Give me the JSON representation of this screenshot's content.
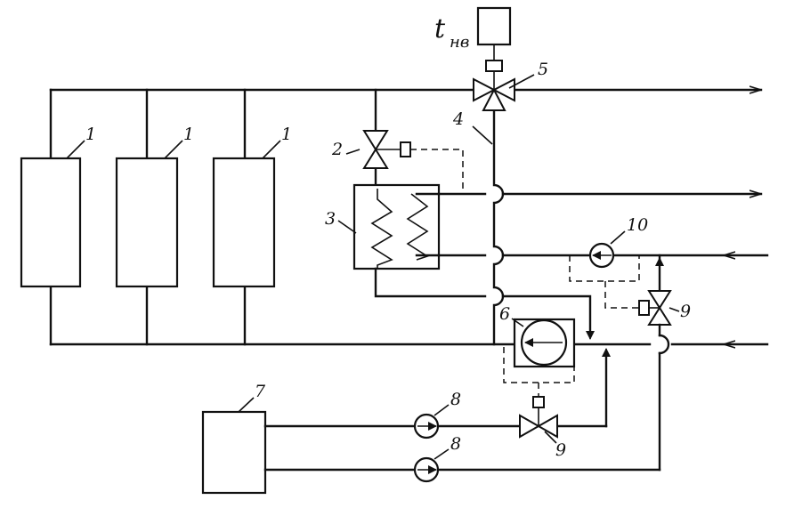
{
  "labels": {
    "radiator": "1",
    "valve_2": "2",
    "heat_exchanger": "3",
    "pipe_4": "4",
    "valve_5": "5",
    "pump_6": "6",
    "unit_7": "7",
    "pump_8": "8",
    "valve_9": "9",
    "pump_10": "10",
    "sensor_t": "t",
    "sensor_sub": "нв"
  }
}
